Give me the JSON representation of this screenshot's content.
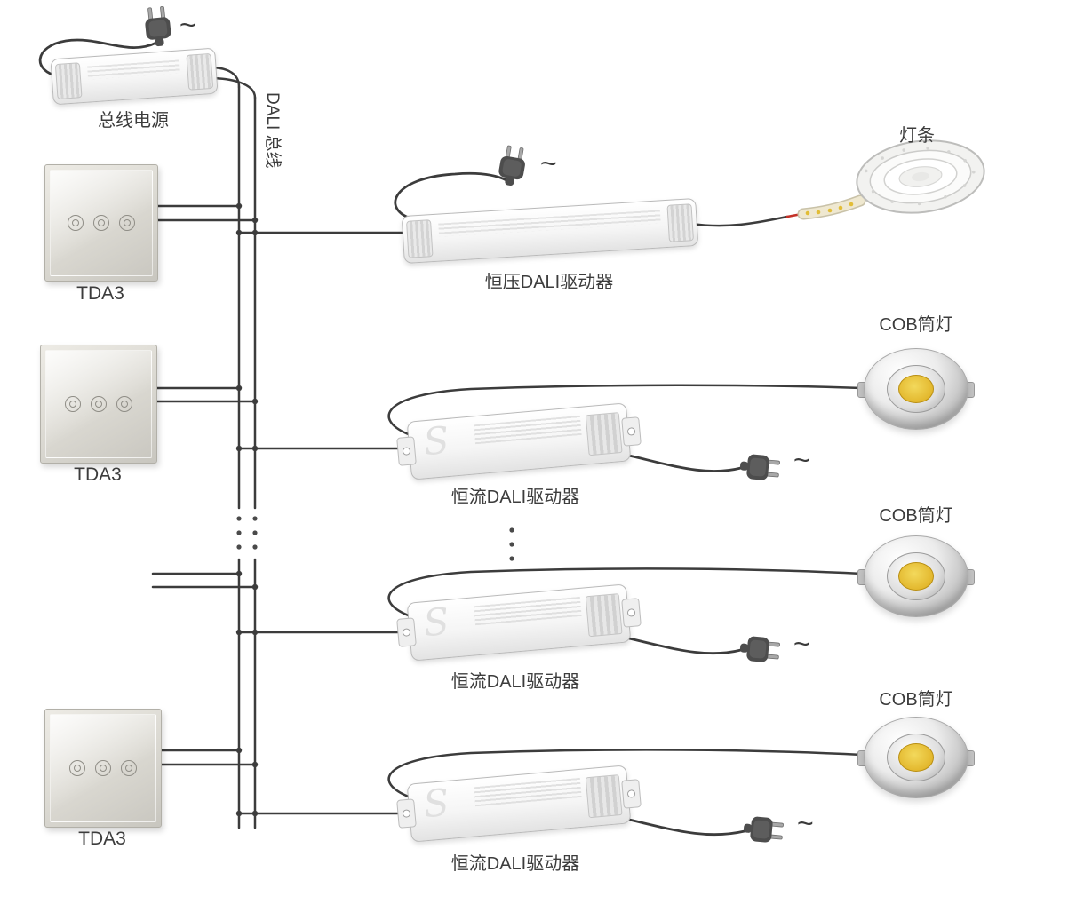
{
  "diagram": {
    "tilde": "~",
    "bus": {
      "label": "DALI 总线"
    },
    "bus_power": {
      "label": "总线电源"
    },
    "panels": [
      {
        "label": "TDA3"
      },
      {
        "label": "TDA3"
      },
      {
        "label": "TDA3"
      }
    ],
    "cv_driver": {
      "label": "恒压DALI驱动器"
    },
    "cc_drivers": [
      {
        "label": "恒流DALI驱动器"
      },
      {
        "label": "恒流DALI驱动器"
      },
      {
        "label": "恒流DALI驱动器"
      }
    ],
    "led_strip": {
      "label": "灯条"
    },
    "cob_lights": [
      {
        "label": "COB筒灯"
      },
      {
        "label": "COB筒灯"
      },
      {
        "label": "COB筒灯"
      }
    ],
    "driver_logo": "S",
    "colors": {
      "wire": "#3c3c3c",
      "chip_yellow": "#e3b82e",
      "label_text": "#3c3c3c"
    }
  }
}
